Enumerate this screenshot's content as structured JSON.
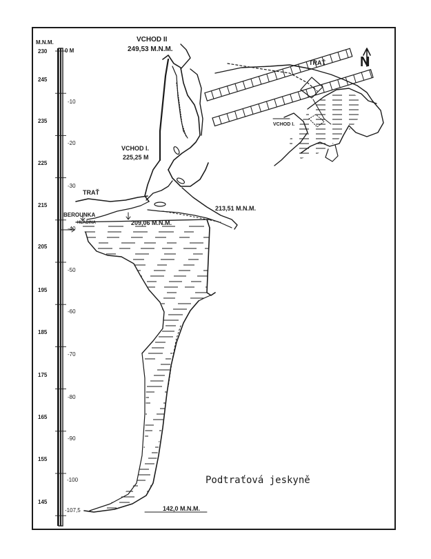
{
  "scale": {
    "top_left_label": "M.N.M.",
    "top_right_label": "0 M",
    "top_alt": "230",
    "depth_ticks": [
      "-10",
      "-20",
      "-30",
      "-40",
      "-50",
      "-60",
      "-70",
      "-80",
      "-90",
      "-100",
      "-107,5"
    ],
    "altitudes": [
      "245",
      "235",
      "225",
      "215",
      "205",
      "195",
      "185",
      "175",
      "165",
      "155",
      "145"
    ]
  },
  "labels": {
    "entrance2_name": "VCHOD II",
    "entrance2_alt": "249,53 M.N.M.",
    "entrance1_name": "VCHOD I.",
    "entrance1_alt": "225,25 M",
    "track_left": "TRAŤ",
    "track_inset": "TRAŤ",
    "inset_entrance": "VCHOD I.",
    "river": "BEROUNKA",
    "river_level_word": "HLADINA",
    "water_level": "209,06 M.N.M.",
    "level_right": "213,51 M.N.M.",
    "bottom_level": "142,0 M.N.M.",
    "north": "N"
  },
  "title": "Podtraťová jeskyně"
}
